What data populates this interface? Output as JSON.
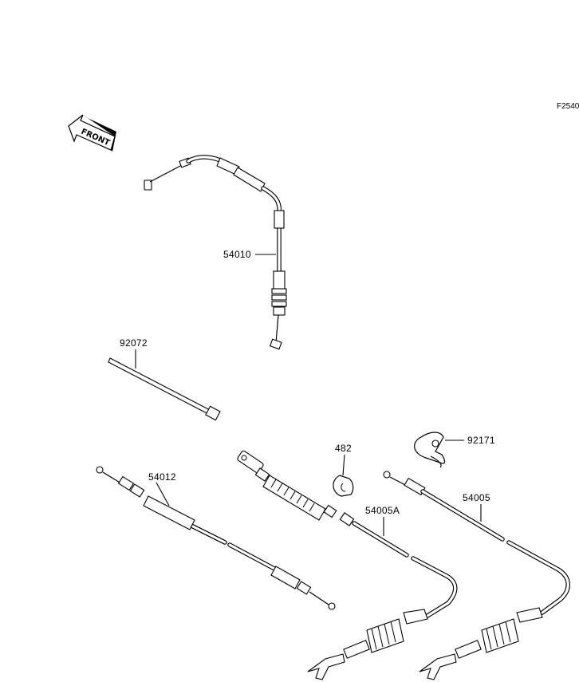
{
  "figure_code": "F2540",
  "front_marker": {
    "label": "FRONT",
    "icon": "front-arrow-icon"
  },
  "parts": [
    {
      "id": "p54010",
      "number": "54010"
    },
    {
      "id": "p92072",
      "number": "92072"
    },
    {
      "id": "p482",
      "number": "482"
    },
    {
      "id": "p92171",
      "number": "92171"
    },
    {
      "id": "p54012",
      "number": "54012"
    },
    {
      "id": "p54005A",
      "number": "54005A"
    },
    {
      "id": "p54005",
      "number": "54005"
    }
  ]
}
